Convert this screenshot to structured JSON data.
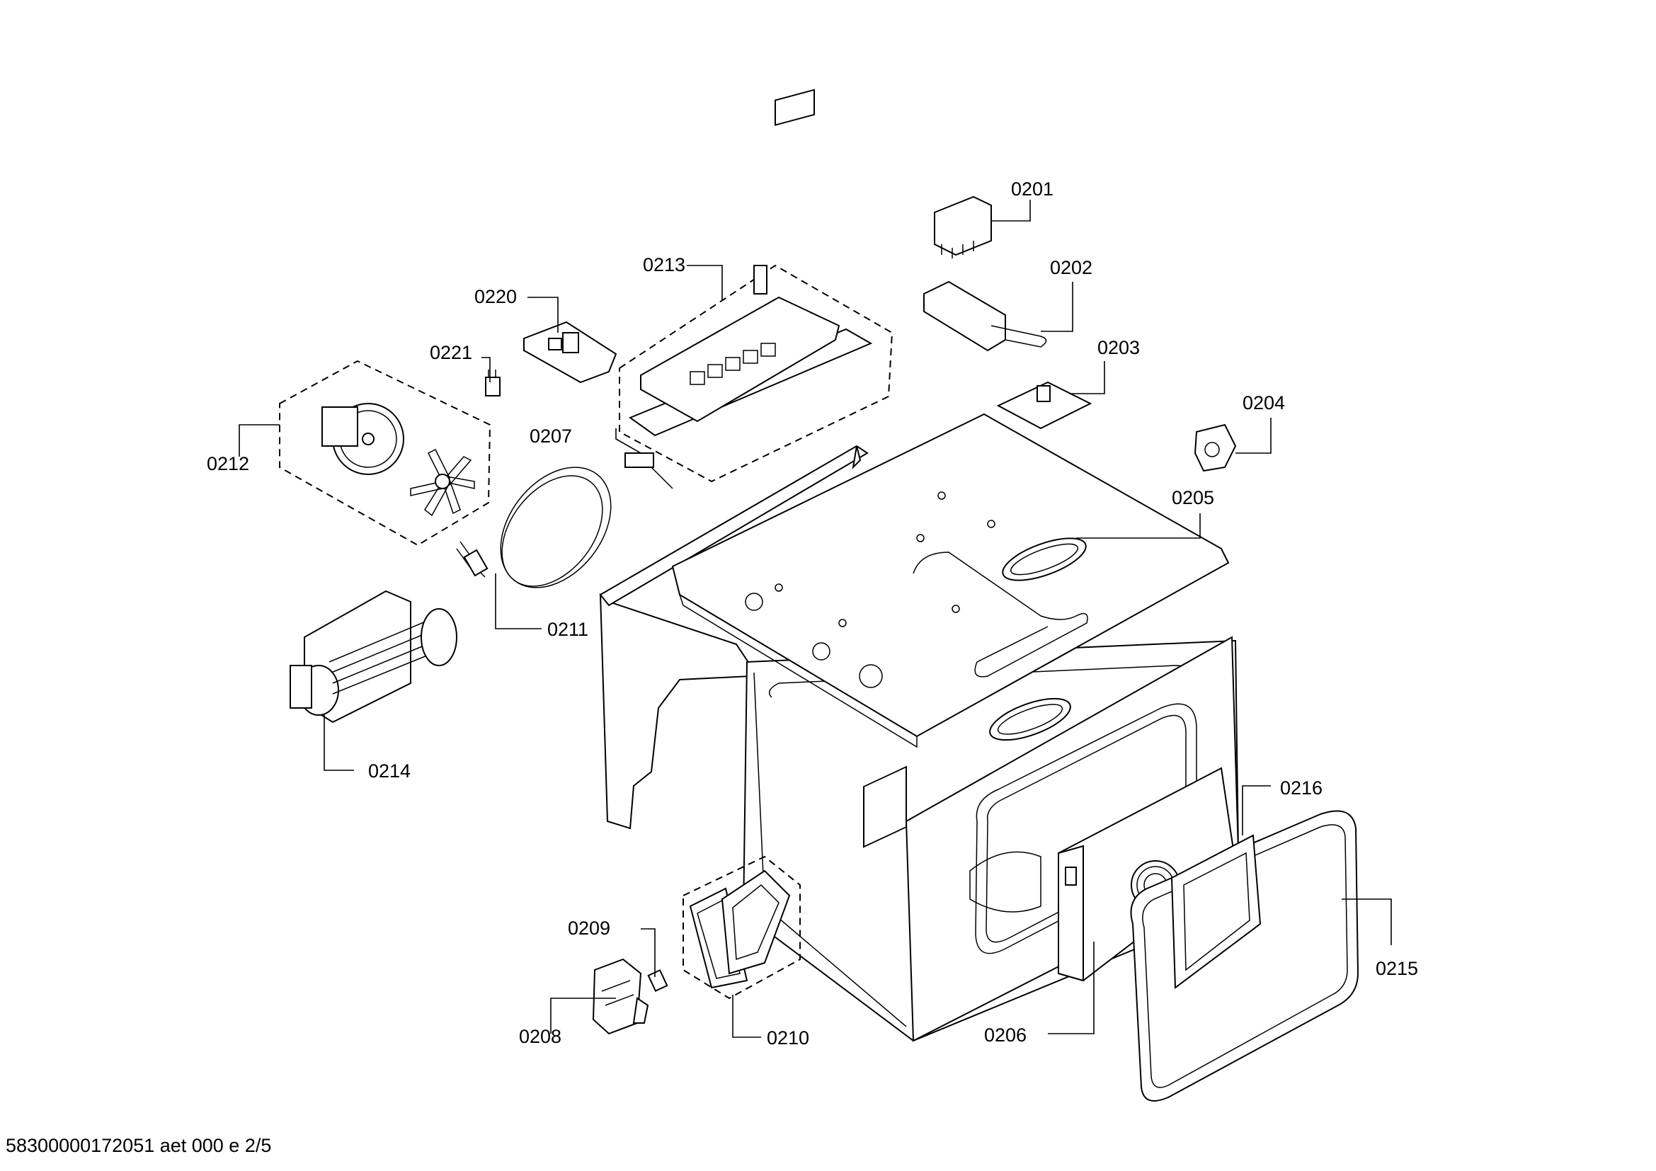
{
  "diagram": {
    "labels": {
      "p0201": "0201",
      "p0202": "0202",
      "p0203": "0203",
      "p0204": "0204",
      "p0205": "0205",
      "p0206": "0206",
      "p0207": "0207",
      "p0208": "0208",
      "p0209": "0209",
      "p0210": "0210",
      "p0211": "0211",
      "p0212": "0212",
      "p0213": "0213",
      "p0214": "0214",
      "p0215": "0215",
      "p0216": "0216",
      "p0220": "0220",
      "p0221": "0221"
    },
    "footer": "58300000172051 aet 000 e 2/5"
  }
}
